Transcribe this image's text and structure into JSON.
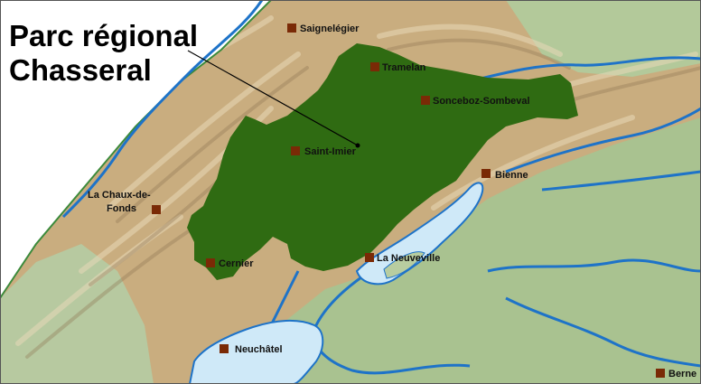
{
  "title": {
    "line1": "Parc régional",
    "line2": "Chasseral"
  },
  "colors": {
    "park_fill": "#2f6b12",
    "lake_fill": "#cfe9f8",
    "river_stroke": "#1e73c8",
    "marker_fill": "#7a2a06",
    "relief_base": "#c9ad7f",
    "valley_green": "#a4be8c"
  },
  "places": [
    {
      "id": "saignelegier",
      "label": "Saignelégier"
    },
    {
      "id": "tramelan",
      "label": "Tramelan"
    },
    {
      "id": "sonceboz",
      "label": "Sonceboz-Sombeval"
    },
    {
      "id": "saint-imier",
      "label": "Saint-Imier"
    },
    {
      "id": "bienne",
      "label": "Bienne"
    },
    {
      "id": "chaux-de-fonds",
      "label_line1": "La Chaux-de-",
      "label_line2": "Fonds"
    },
    {
      "id": "cernier",
      "label": "Cernier"
    },
    {
      "id": "neuveville",
      "label": "La Neuveville"
    },
    {
      "id": "neuchatel",
      "label": "Neuchâtel"
    },
    {
      "id": "berne",
      "label": "Berne"
    }
  ]
}
